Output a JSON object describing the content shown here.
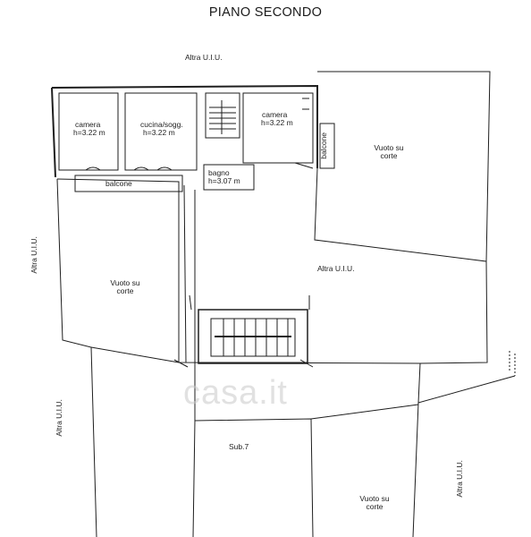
{
  "title": "PIANO SECONDO",
  "labels": {
    "altra_top": "Altra U.I.U.",
    "altra_mid": "Altra U.I.U.",
    "altra_left_upper": "Altra U.I.U.",
    "altra_left_lower": "Altra U.I.U.",
    "altra_right_lower": "Altra U.I.U.",
    "camera1_name": "camera",
    "camera1_h": "h=3.22 m",
    "cucina_name": "cucina/sogg.",
    "cucina_h": "h=3.22 m",
    "camera2_name": "camera",
    "camera2_h": "h=3.22 m",
    "bagno_name": "bagno",
    "bagno_h": "h=3.07 m",
    "balcone_bottom": "balcone",
    "balcone_right": "balcone",
    "vuoto1_a": "Vuoto su",
    "vuoto1_b": "corte",
    "vuoto2_a": "Vuoto su",
    "vuoto2_b": "corte",
    "vuoto3_a": "Vuoto su",
    "vuoto3_b": "corte",
    "sub7": "Sub.7"
  },
  "watermark": "casa.it",
  "colors": {
    "line": "#1e1e1e",
    "watermark": "#c9c9c9"
  }
}
